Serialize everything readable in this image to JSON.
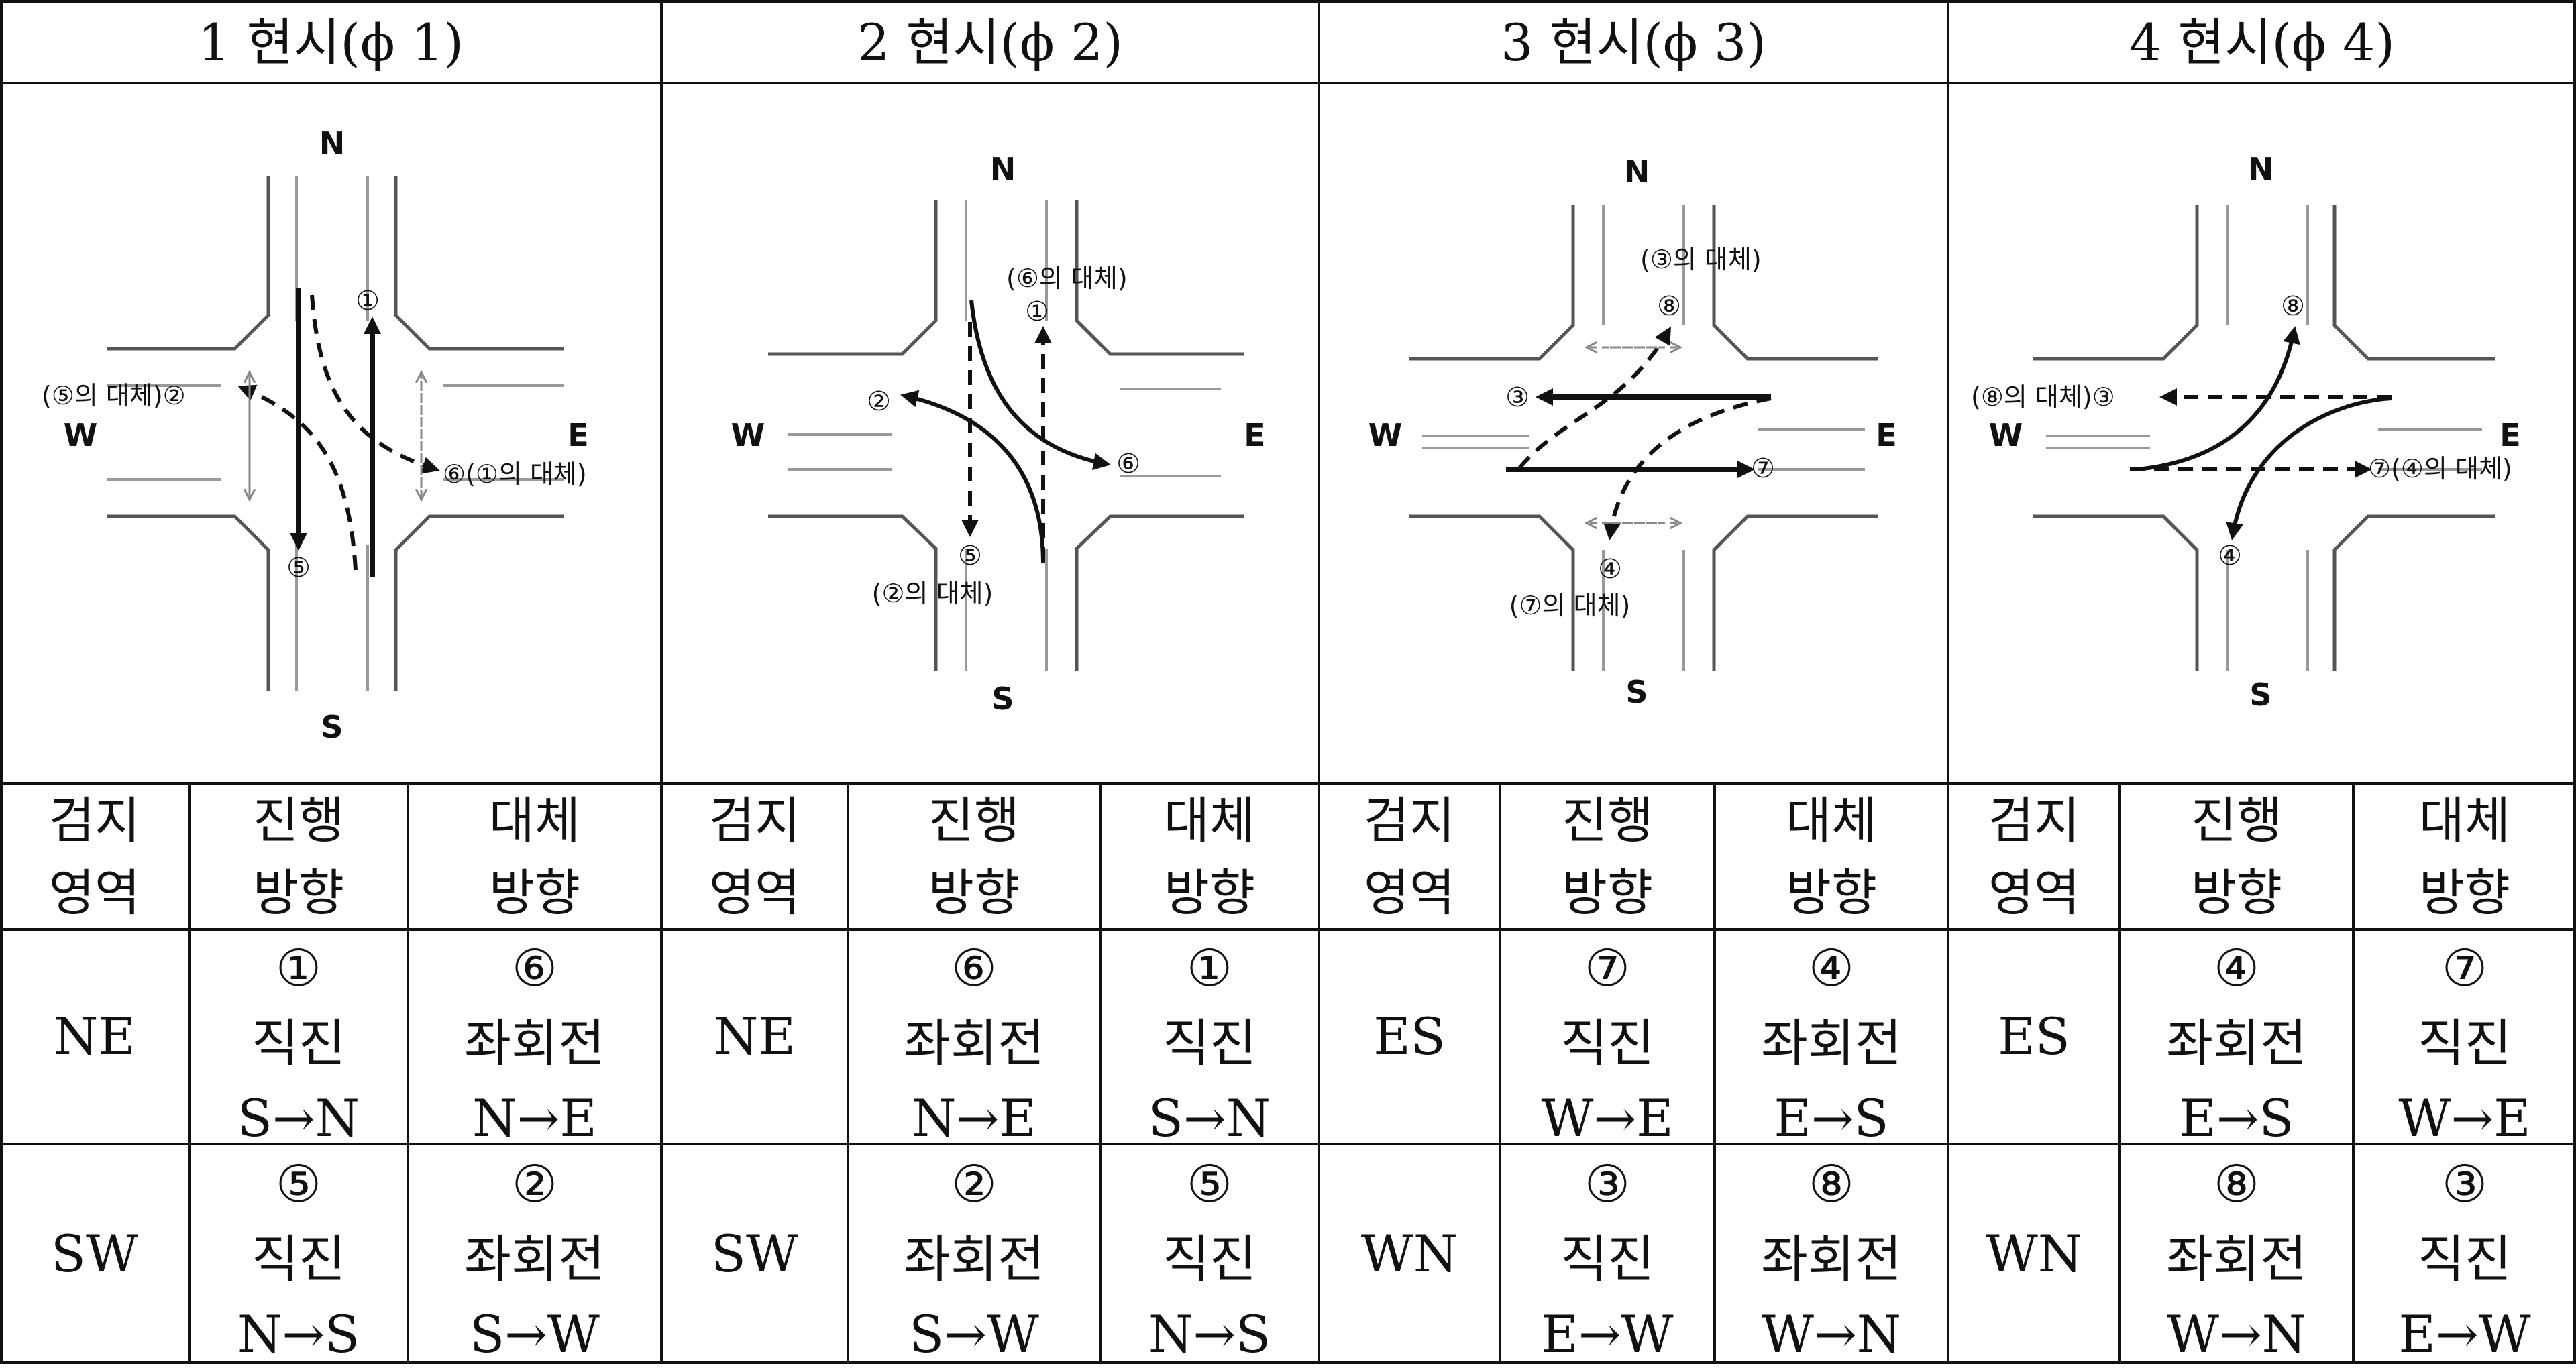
{
  "headers": [
    "1 현시(ϕ 1)",
    "2 현시(ϕ 2)",
    "3 현시(ϕ 3)",
    "4 현시(ϕ 4)"
  ],
  "column_labels": {
    "detect": [
      "검지",
      "영역"
    ],
    "proceed": [
      "진행",
      "방향"
    ],
    "alternate": [
      "대체",
      "방향"
    ]
  },
  "compass": {
    "n": "N",
    "s": "S",
    "e": "E",
    "w": "W"
  },
  "phases": [
    {
      "diagram": {
        "labels": [
          "①",
          "⑤",
          "(⑤의 대체)②",
          "⑥(①의 대체)"
        ]
      },
      "rows": [
        {
          "area": "NE",
          "proceed": [
            "①",
            "직진",
            "S→N"
          ],
          "alternate": [
            "⑥",
            "좌회전",
            "N→E"
          ]
        },
        {
          "area": "SW",
          "proceed": [
            "⑤",
            "직진",
            "N→S"
          ],
          "alternate": [
            "②",
            "좌회전",
            "S→W"
          ]
        }
      ]
    },
    {
      "diagram": {
        "labels": [
          "(⑥의 대체)",
          "①",
          "②",
          "⑥",
          "⑤",
          "(②의 대체)"
        ]
      },
      "rows": [
        {
          "area": "NE",
          "proceed": [
            "⑥",
            "좌회전",
            "N→E"
          ],
          "alternate": [
            "①",
            "직진",
            "S→N"
          ]
        },
        {
          "area": "SW",
          "proceed": [
            "②",
            "좌회전",
            "S→W"
          ],
          "alternate": [
            "⑤",
            "직진",
            "N→S"
          ]
        }
      ]
    },
    {
      "diagram": {
        "labels": [
          "(③의 대체)",
          "⑧",
          "③",
          "⑦",
          "④",
          "(⑦의 대체)"
        ]
      },
      "rows": [
        {
          "area": "ES",
          "proceed": [
            "⑦",
            "직진",
            "W→E"
          ],
          "alternate": [
            "④",
            "좌회전",
            "E→S"
          ]
        },
        {
          "area": "WN",
          "proceed": [
            "③",
            "직진",
            "E→W"
          ],
          "alternate": [
            "⑧",
            "좌회전",
            "W→N"
          ]
        }
      ]
    },
    {
      "diagram": {
        "labels": [
          "⑧",
          "(⑧의 대체)③",
          "⑦(④의 대체)",
          "④"
        ]
      },
      "rows": [
        {
          "area": "ES",
          "proceed": [
            "④",
            "좌회전",
            "E→S"
          ],
          "alternate": [
            "⑦",
            "직진",
            "W→E"
          ]
        },
        {
          "area": "WN",
          "proceed": [
            "⑧",
            "좌회전",
            "W→N"
          ],
          "alternate": [
            "③",
            "직진",
            "E→W"
          ]
        }
      ]
    }
  ]
}
